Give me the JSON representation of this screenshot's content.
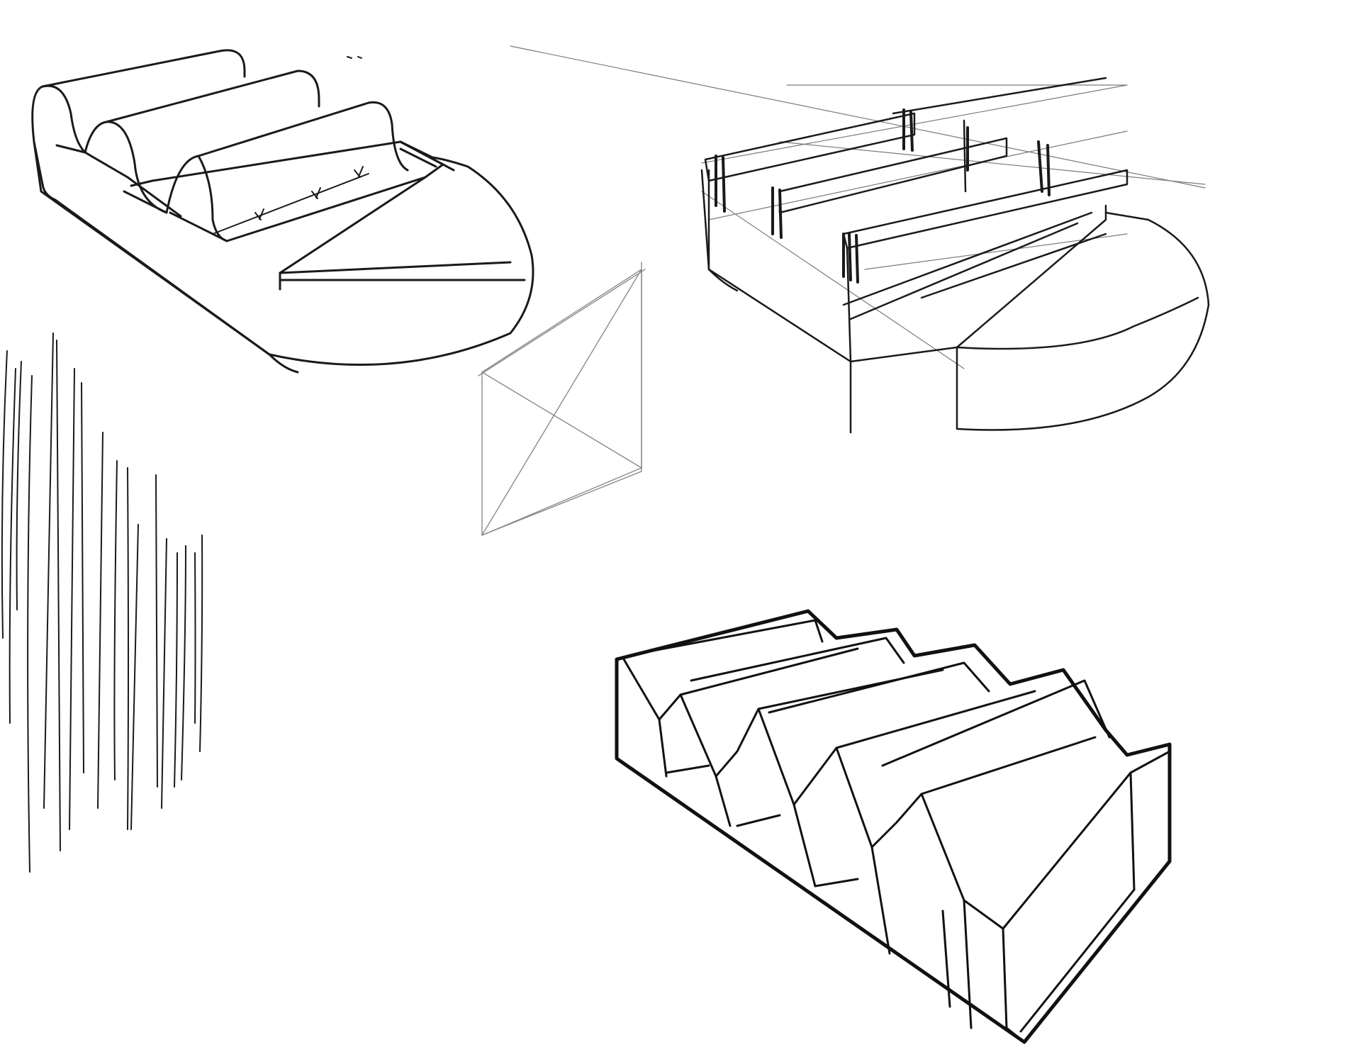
{
  "sheet": {
    "background_color": "#ffffff",
    "ink_color": "#1a1a1a",
    "construction_color": "#7a7a7a",
    "sketches": [
      "rounded-sofa-sketch",
      "construction-sofa-sketch",
      "perspective-box-study",
      "angular-sofa-sketch",
      "hatching-strokes"
    ]
  }
}
